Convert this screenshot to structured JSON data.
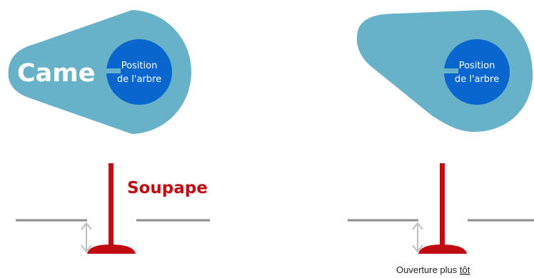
{
  "left_panel": {
    "cam_label": "Came",
    "shaft_label_line1": "Position",
    "shaft_label_line2": "de l'arbre",
    "valve_label": "Soupape"
  },
  "right_panel": {
    "shaft_label_line1": "Position",
    "shaft_label_line2": "de l'arbre",
    "caption_prefix": "Ouverture plus ",
    "caption_emphasis": "tôt"
  },
  "colors": {
    "cam": "#67b1c9",
    "shaft": "#0a66cf",
    "shaft_marker": "#67b1c9",
    "valve": "#c00b12",
    "seat": "#8c8c8c",
    "arrow": "#bfbfbf",
    "caption": "#222222"
  }
}
